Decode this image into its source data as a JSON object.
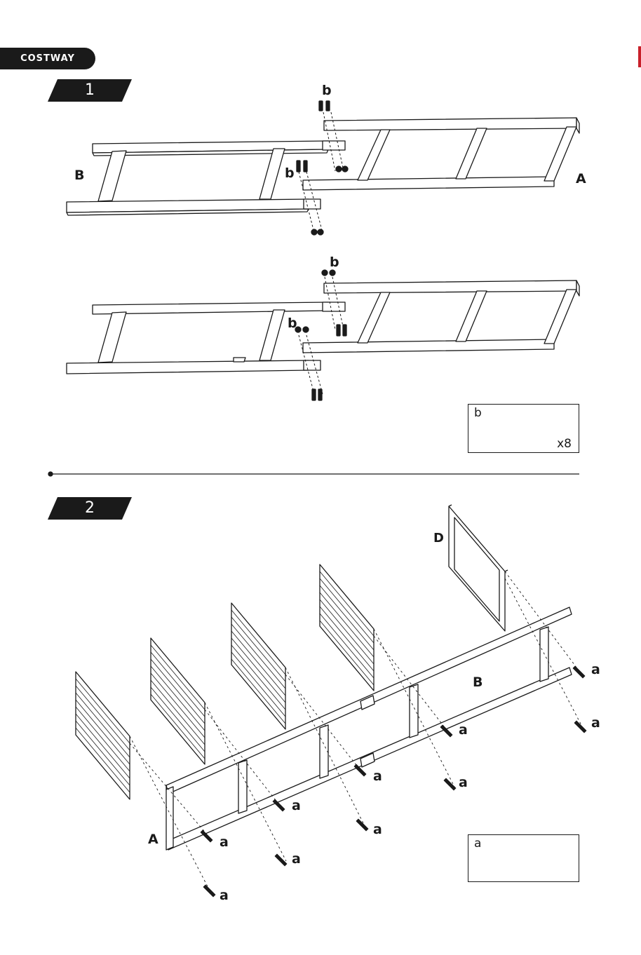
{
  "brand": {
    "name": "COSTWAY"
  },
  "steps": [
    {
      "number": "1"
    },
    {
      "number": "2"
    }
  ],
  "step1": {
    "label_b_top": "b",
    "label_b_mid": "b",
    "label_B": "B",
    "label_A": "A",
    "label_b_top2": "b",
    "label_b_mid2": "b"
  },
  "box_b": {
    "letter": "b",
    "quantity": "x8"
  },
  "step2": {
    "label_D": "D",
    "label_B": "B",
    "label_A": "A",
    "screw_label": "a"
  },
  "box_a": {
    "letter": "a"
  },
  "colors": {
    "ink": "#1a1a1a",
    "accent": "#c8202a"
  }
}
